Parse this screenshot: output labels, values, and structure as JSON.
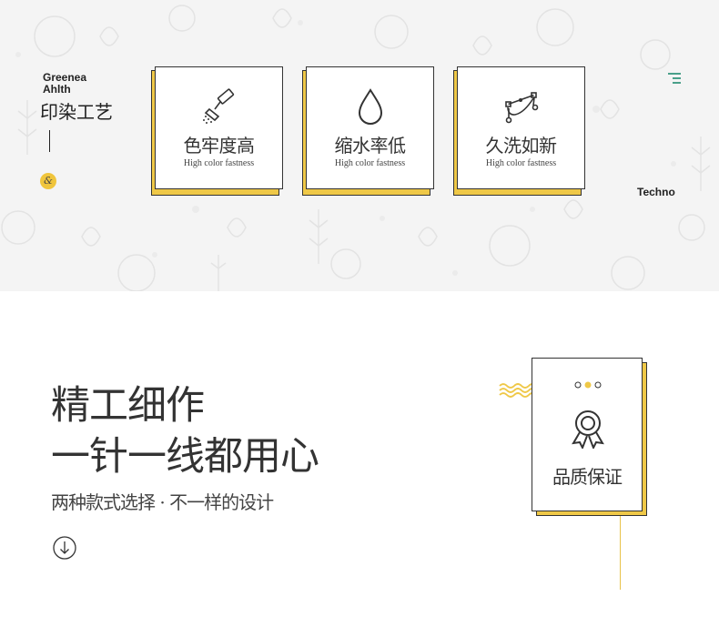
{
  "brand": {
    "name": "Greenea Ahlth",
    "title_cn": "印染工艺",
    "amp": "&"
  },
  "features": [
    {
      "title": "色牢度高",
      "subtitle": "High color fastness",
      "icon": "paint-roller-icon"
    },
    {
      "title": "缩水率低",
      "subtitle": "High color fastness",
      "icon": "water-drop-icon"
    },
    {
      "title": "久洗如新",
      "subtitle": "High color fastness",
      "icon": "bezier-curve-icon"
    }
  ],
  "side_label": "Techno",
  "headline": {
    "line1": "精工细作",
    "line2": "一针一线都用心"
  },
  "tagline": "两种款式选择 · 不一样的设计",
  "quality_card": {
    "title": "品质保证",
    "icon": "award-ribbon-icon"
  },
  "colors": {
    "accent": "#efc847",
    "menu_icon": "#1f8a70",
    "text": "#333333",
    "banner_bg": "#f4f4f4"
  }
}
